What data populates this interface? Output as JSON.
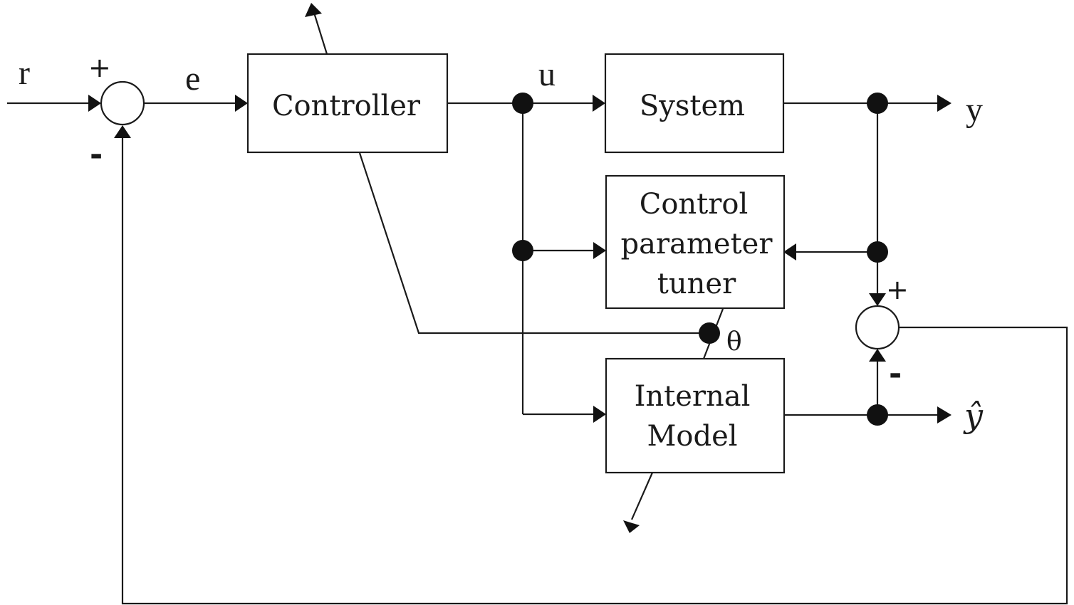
{
  "blocks": {
    "controller": "Controller",
    "system": "System",
    "tuner": [
      "Control",
      "parameter",
      "tuner"
    ],
    "internal_model": [
      "Internal",
      "Model"
    ]
  },
  "signals": {
    "reference": "r",
    "error": "e",
    "control": "u",
    "output": "y",
    "model_output": "ŷ",
    "parameter": "θ"
  },
  "signs": {
    "main_sum_plus": "+",
    "main_sum_minus": "-",
    "model_sum_plus": "+",
    "model_sum_minus": "-"
  }
}
